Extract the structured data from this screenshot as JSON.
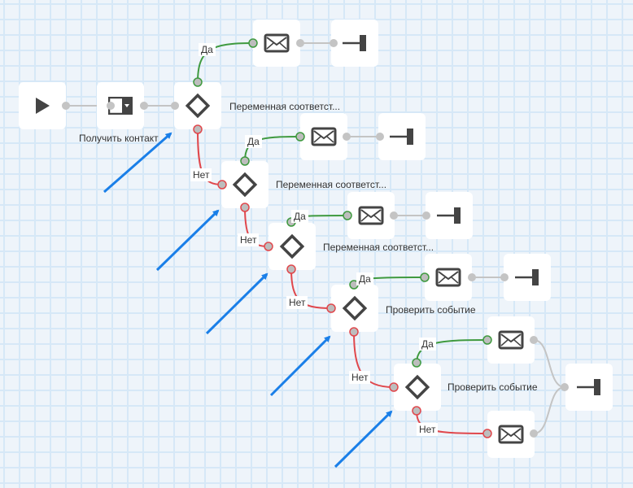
{
  "colors": {
    "yes_edge": "#3f9a3f",
    "no_edge": "#e0474c",
    "neutral_edge": "#bdbdbd",
    "annotation_arrow": "#1a7fe8",
    "icon": "#444444"
  },
  "nodes": [
    {
      "id": "start",
      "icon": "play-icon",
      "label": ""
    },
    {
      "id": "get-contact",
      "icon": "get-contact-icon",
      "label": "Получить контакт"
    },
    {
      "id": "cond1",
      "icon": "condition-diamond-icon",
      "label": "Переменная соответст..."
    },
    {
      "id": "mail1",
      "icon": "envelope-icon",
      "label": ""
    },
    {
      "id": "end1",
      "icon": "end-icon",
      "label": ""
    },
    {
      "id": "cond2",
      "icon": "condition-diamond-icon",
      "label": "Переменная соответст..."
    },
    {
      "id": "mail2",
      "icon": "envelope-icon",
      "label": ""
    },
    {
      "id": "end2",
      "icon": "end-icon",
      "label": ""
    },
    {
      "id": "cond3",
      "icon": "condition-diamond-icon",
      "label": "Переменная соответст..."
    },
    {
      "id": "mail3",
      "icon": "envelope-icon",
      "label": ""
    },
    {
      "id": "end3",
      "icon": "end-icon",
      "label": ""
    },
    {
      "id": "cond4",
      "icon": "condition-diamond-icon",
      "label": "Проверить событие"
    },
    {
      "id": "mail4",
      "icon": "envelope-icon",
      "label": ""
    },
    {
      "id": "end4",
      "icon": "end-icon",
      "label": ""
    },
    {
      "id": "cond5",
      "icon": "condition-diamond-icon",
      "label": "Проверить событие"
    },
    {
      "id": "mail5",
      "icon": "envelope-icon",
      "label": ""
    },
    {
      "id": "mail6",
      "icon": "envelope-icon",
      "label": ""
    },
    {
      "id": "end5",
      "icon": "end-icon",
      "label": ""
    }
  ],
  "edge_labels": {
    "yes": "Да",
    "no": "Нет"
  },
  "edges": [
    {
      "from": "start",
      "to": "get-contact",
      "type": "neutral"
    },
    {
      "from": "get-contact",
      "to": "cond1",
      "type": "neutral"
    },
    {
      "from": "cond1",
      "to": "mail1",
      "type": "yes",
      "label": "Да"
    },
    {
      "from": "mail1",
      "to": "end1",
      "type": "neutral"
    },
    {
      "from": "cond1",
      "to": "cond2",
      "type": "no",
      "label": "Нет"
    },
    {
      "from": "cond2",
      "to": "mail2",
      "type": "yes",
      "label": "Да"
    },
    {
      "from": "mail2",
      "to": "end2",
      "type": "neutral"
    },
    {
      "from": "cond2",
      "to": "cond3",
      "type": "no",
      "label": "Нет"
    },
    {
      "from": "cond3",
      "to": "mail3",
      "type": "yes",
      "label": "Да"
    },
    {
      "from": "mail3",
      "to": "end3",
      "type": "neutral"
    },
    {
      "from": "cond3",
      "to": "cond4",
      "type": "no",
      "label": "Нет"
    },
    {
      "from": "cond4",
      "to": "mail4",
      "type": "yes",
      "label": "Да"
    },
    {
      "from": "mail4",
      "to": "end4",
      "type": "neutral"
    },
    {
      "from": "cond4",
      "to": "cond5",
      "type": "no",
      "label": "Нет"
    },
    {
      "from": "cond5",
      "to": "mail5",
      "type": "yes",
      "label": "Да"
    },
    {
      "from": "cond5",
      "to": "mail6",
      "type": "no",
      "label": "Нет"
    },
    {
      "from": "mail5",
      "to": "end5",
      "type": "neutral"
    },
    {
      "from": "mail6",
      "to": "end5",
      "type": "neutral"
    }
  ],
  "annotation_arrows": [
    {
      "points_to": "cond1"
    },
    {
      "points_to": "cond2"
    },
    {
      "points_to": "cond3"
    },
    {
      "points_to": "cond4"
    },
    {
      "points_to": "cond5"
    }
  ]
}
